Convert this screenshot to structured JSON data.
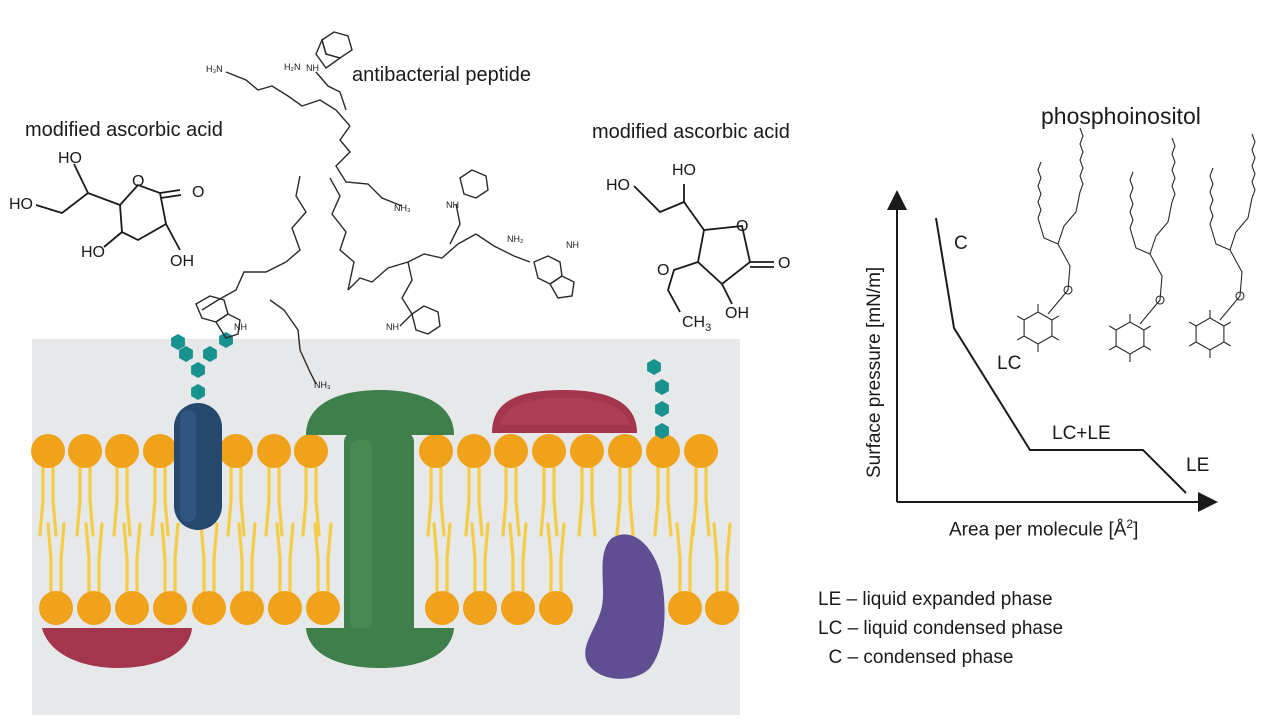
{
  "labels": {
    "peptide": "antibacterial peptide",
    "ascorbic_left": "modified ascorbic acid",
    "ascorbic_right": "modified ascorbic acid",
    "phosphoinositol": "phosphoinositol"
  },
  "molecule_atoms": {
    "left_ascorbic": {
      "ho_top": "HO",
      "ho_left": "HO",
      "o_ring": "O",
      "o_carbonyl": "O",
      "ho_bottom": "HO",
      "oh_bottom": "OH"
    },
    "right_ascorbic": {
      "ho_left": "HO",
      "ho_top": "HO",
      "o_ring": "O",
      "o_carbonyl": "O",
      "o_ether": "O",
      "ch3": "CH",
      "ch3_sub": "3",
      "oh_bottom": "OH"
    },
    "peptide": {
      "h3n_top": "H₃N",
      "h2n_top": "H₂N",
      "nh_indole_top": "NH",
      "nh3_mid": "NH₃",
      "nh_indole_right": "NH",
      "nh2": "NH₂",
      "nh_indole_far": "NH",
      "nh_indole_left": "NH",
      "nh_indole_low": "NH",
      "nh3_bottom": "NH₃"
    }
  },
  "isotherm": {
    "ylabel": "Surface pressure [mN/m]",
    "xlabel_main": "Area per molecule [Å",
    "xlabel_sup": "2",
    "xlabel_end": "]",
    "phases": [
      "C",
      "LC",
      "LC+LE",
      "LE"
    ]
  },
  "legend": [
    "LE – liquid expanded phase",
    "LC – liquid condensed phase",
    "  C – condensed phase"
  ],
  "colors": {
    "lipid_head": "#f0a21a",
    "lipid_tail": "#f5cc45",
    "membrane_bg": "#e6e8ea",
    "green_protein": "#3f7f4b",
    "blue_protein": "#26486e",
    "red_protein": "#a3354d",
    "purple_protein": "#5f4e92",
    "glycan": "#17928f",
    "line": "#1a1a1a"
  }
}
